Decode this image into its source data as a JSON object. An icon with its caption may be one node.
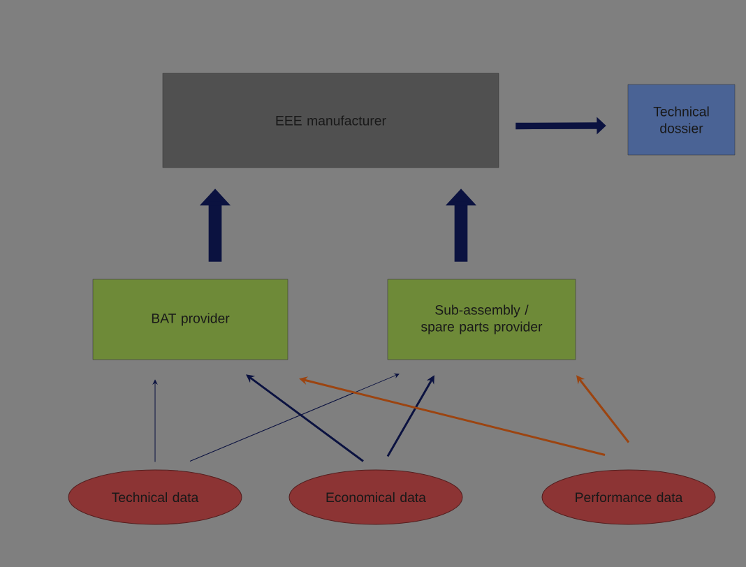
{
  "diagram": {
    "nodes": [
      {
        "text": [
          "EEE manufacturer"
        ]
      },
      {
        "text": [
          "Technical dossier"
        ]
      },
      {
        "text": [
          "BAT provider"
        ]
      },
      {
        "text": [
          "Sub-assembly / spare parts provider"
        ]
      },
      {
        "text": [
          "Technical data"
        ]
      },
      {
        "text": [
          "Economical data"
        ]
      },
      {
        "text": [
          "Performance data"
        ]
      }
    ],
    "edges": [
      {
        "from": 0,
        "to": 1,
        "arrow": "to",
        "style": "thick"
      },
      {
        "from": 2,
        "to": 0,
        "arrow": "to",
        "style": "thick"
      },
      {
        "from": 3,
        "to": 0,
        "arrow": "to",
        "style": "thick"
      },
      {
        "from": 4,
        "to": 2,
        "arrow": "to"
      },
      {
        "from": 4,
        "to": 3,
        "arrow": "to"
      },
      {
        "from": 5,
        "to": 2,
        "arrow": "to"
      },
      {
        "from": 5,
        "to": 3,
        "arrow": "to"
      },
      {
        "from": 6,
        "to": 2,
        "arrow": "to",
        "color": "#9c4410"
      },
      {
        "from": 6,
        "to": 3,
        "arrow": "to",
        "color": "#9c4410"
      }
    ]
  }
}
